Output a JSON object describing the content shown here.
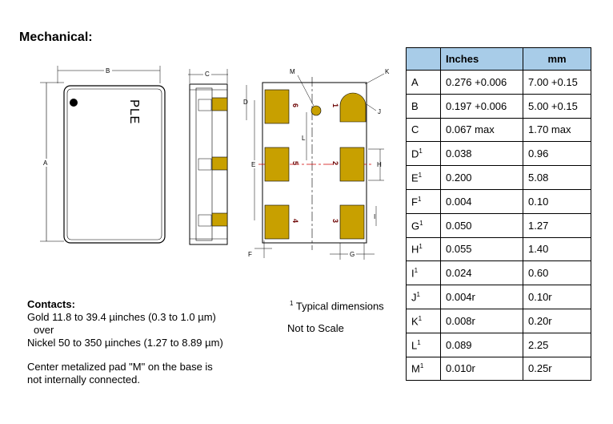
{
  "title": "Mechanical:",
  "table": {
    "headers": [
      "",
      "Inches",
      "mm"
    ],
    "rows": [
      {
        "label": "A",
        "sup": "",
        "inches": "0.276 +0.006",
        "mm": "7.00 +0.15"
      },
      {
        "label": "B",
        "sup": "",
        "inches": "0.197 +0.006",
        "mm": "5.00 +0.15"
      },
      {
        "label": "C",
        "sup": "",
        "inches": "0.067 max",
        "mm": "1.70 max"
      },
      {
        "label": "D",
        "sup": "1",
        "inches": "0.038",
        "mm": "0.96"
      },
      {
        "label": "E",
        "sup": "1",
        "inches": "0.200",
        "mm": "5.08"
      },
      {
        "label": "F",
        "sup": "1",
        "inches": "0.004",
        "mm": "0.10"
      },
      {
        "label": "G",
        "sup": "1",
        "inches": "0.050",
        "mm": "1.27"
      },
      {
        "label": "H",
        "sup": "1",
        "inches": "0.055",
        "mm": "1.40"
      },
      {
        "label": "I",
        "sup": "1",
        "inches": "0.024",
        "mm": "0.60"
      },
      {
        "label": "J",
        "sup": "1",
        "inches": "0.004r",
        "mm": "0.10r"
      },
      {
        "label": "K",
        "sup": "1",
        "inches": "0.008r",
        "mm": "0.20r"
      },
      {
        "label": "L",
        "sup": "1",
        "inches": "0.089",
        "mm": "2.25"
      },
      {
        "label": "M",
        "sup": "1",
        "inches": "0.010r",
        "mm": "0.25r"
      }
    ]
  },
  "notes": {
    "footnote_mark": "1",
    "footnote_text": "Typical dimensions",
    "scale": "Not to Scale",
    "contacts_title": "Contacts:",
    "line1": "Gold   11.8 to 39.4 µinches (0.3 to 1.0 µm)",
    "line2": "over",
    "line3": "Nickel 50 to 350 µinches (1.27 to 8.89 µm)",
    "line4": "Center metalized pad \"M\" on the base is",
    "line5": "not internally connected."
  },
  "drawing": {
    "marking": "PLE",
    "dim_labels": {
      "A": "A",
      "B": "B",
      "C": "C",
      "D": "D",
      "E": "E",
      "F": "F",
      "G": "G",
      "H": "H",
      "I": "I",
      "J": "J",
      "K": "K",
      "L": "L",
      "M": "M"
    },
    "pins": [
      "1",
      "2",
      "3",
      "4",
      "5",
      "6"
    ],
    "pad_color": "#c8a000",
    "center_line_color": "#d00000"
  }
}
